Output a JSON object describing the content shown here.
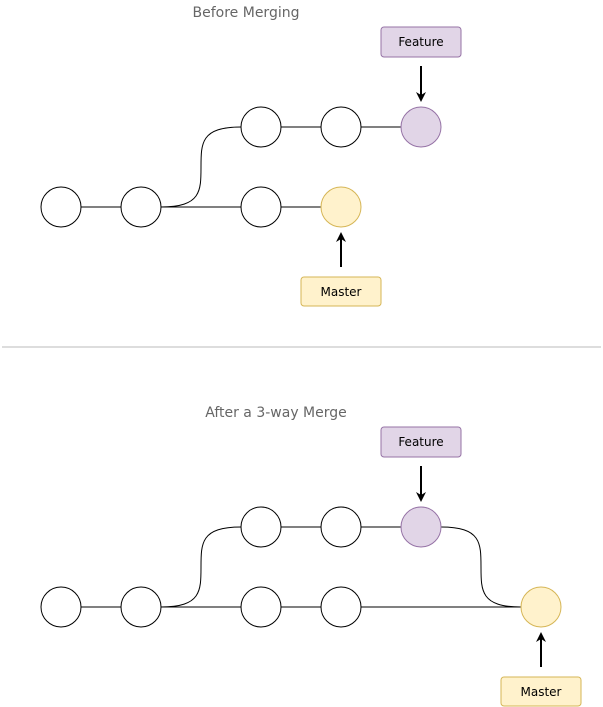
{
  "colors": {
    "commit_fill": "#ffffff",
    "commit_stroke": "#000000",
    "feature_fill": "#e1d5e7",
    "feature_stroke": "#9673a6",
    "master_fill": "#fff2cc",
    "master_stroke": "#d6b656",
    "title_text": "#666666",
    "divider": "#dddddd"
  },
  "before": {
    "title": "Before Merging",
    "feature_label": "Feature",
    "master_label": "Master"
  },
  "after": {
    "title": "After a 3-way Merge",
    "feature_label": "Feature",
    "master_label": "Master"
  }
}
